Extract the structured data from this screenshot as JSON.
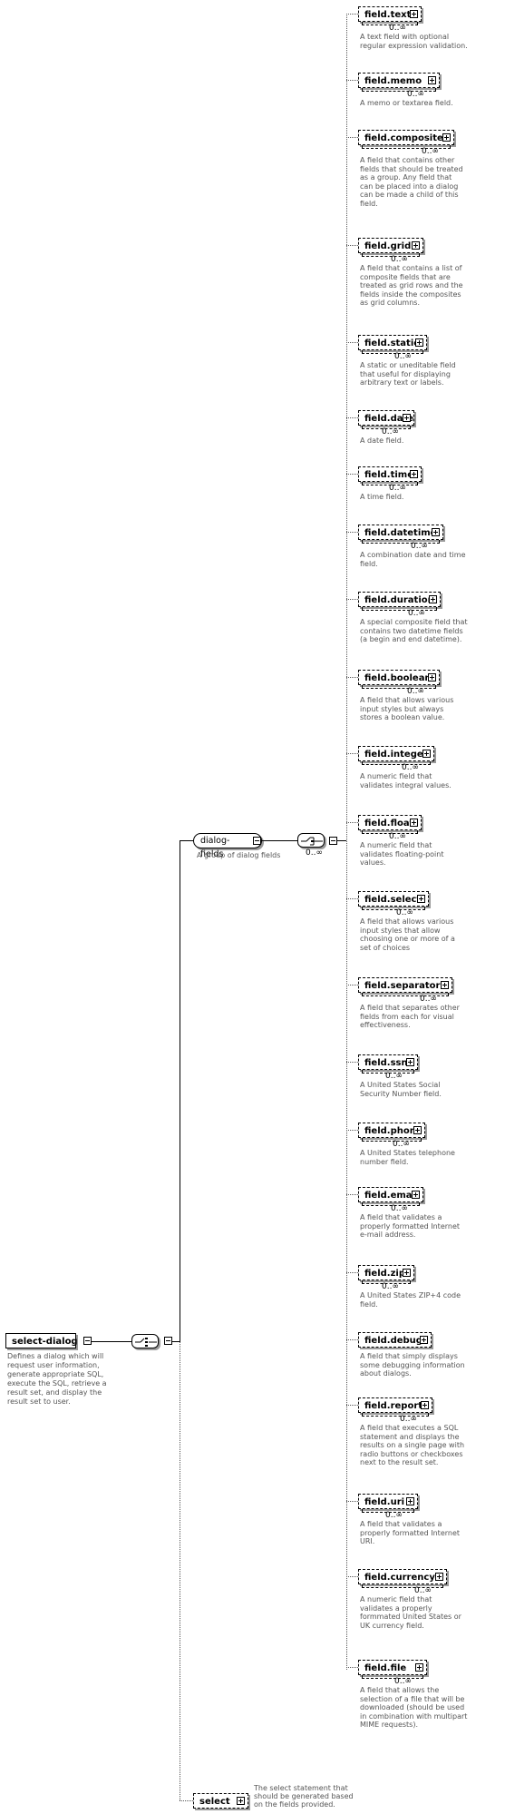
{
  "root": {
    "name": "select-dialog",
    "doc": [
      "Defines a dialog which will",
      "request user information,",
      "generate appropriate SQL,",
      "execute the SQL, retrieve a",
      "result set, and display the",
      "result set to user."
    ]
  },
  "group": {
    "name": "dialog-fields",
    "doc": "A group of dialog fields"
  },
  "occurrence": "0..∞",
  "fields": [
    {
      "name": "field.text",
      "occ": "0..∞",
      "doc": [
        "A text field with optional",
        "regular expression validation."
      ]
    },
    {
      "name": "field.memo",
      "occ": "0..∞",
      "doc": [
        "A memo or textarea field."
      ]
    },
    {
      "name": "field.composite",
      "occ": "0..∞",
      "doc": [
        "A field that contains other",
        "fields that should be treated",
        "as a group. Any field that",
        "can be placed into a dialog",
        "can be made a child of this",
        "field."
      ]
    },
    {
      "name": "field.grid",
      "occ": "0..∞",
      "doc": [
        "A field that contains a list of",
        "composite fields that are",
        "treated as grid rows and the",
        "fields inside the composites",
        "as grid columns."
      ]
    },
    {
      "name": "field.static",
      "occ": "0..∞",
      "doc": [
        "A static or uneditable field",
        "that useful for displaying",
        "arbitrary text or labels."
      ]
    },
    {
      "name": "field.date",
      "occ": "0..∞",
      "doc": [
        "A date field."
      ]
    },
    {
      "name": "field.time",
      "occ": "0..∞",
      "doc": [
        "A time field."
      ]
    },
    {
      "name": "field.datetime",
      "occ": "0..∞",
      "doc": [
        "A combination date and time",
        "field."
      ]
    },
    {
      "name": "field.duration",
      "occ": "0..∞",
      "doc": [
        "A special composite field that",
        "contains two datetime fields",
        "(a begin and end datetime)."
      ]
    },
    {
      "name": "field.boolean",
      "occ": "0..∞",
      "doc": [
        "A field that allows various",
        "input styles but always",
        "stores a boolean value."
      ]
    },
    {
      "name": "field.integer",
      "occ": "0..∞",
      "doc": [
        "A numeric field that",
        "validates integral values."
      ]
    },
    {
      "name": "field.float",
      "occ": "0..∞",
      "doc": [
        "A numeric field that",
        "validates floating-point",
        "values."
      ]
    },
    {
      "name": "field.select",
      "occ": "0..∞",
      "doc": [
        "A field that allows various",
        "input styles that allow",
        "choosing one or more of a",
        "set of choices"
      ]
    },
    {
      "name": "field.separator",
      "occ": "0..∞",
      "doc": [
        "A field that separates other",
        "fields from each for visual",
        "effectiveness."
      ]
    },
    {
      "name": "field.ssn",
      "occ": "0..∞",
      "doc": [
        "A United States Social",
        "Security Number field."
      ]
    },
    {
      "name": "field.phone",
      "occ": "0..∞",
      "doc": [
        "A United States telephone",
        "number field."
      ]
    },
    {
      "name": "field.email",
      "occ": "0..∞",
      "doc": [
        "A field that validates a",
        "properly formatted Internet",
        "e-mail address."
      ]
    },
    {
      "name": "field.zip",
      "occ": "0..∞",
      "doc": [
        "A United States ZIP+4 code",
        "field."
      ]
    },
    {
      "name": "field.debug",
      "occ": "",
      "doc": [
        "A field that simply displays",
        "some debugging information",
        "about dialogs."
      ]
    },
    {
      "name": "field.report",
      "occ": "0..∞",
      "doc": [
        "A field that executes a SQL",
        "statement and displays the",
        "results on a single page with",
        "radio buttons or checkboxes",
        "next to the result set."
      ]
    },
    {
      "name": "field.uri",
      "occ": "0..∞",
      "doc": [
        "A field that validates a",
        "properly formatted Internet",
        "URI."
      ]
    },
    {
      "name": "field.currency",
      "occ": "0..∞",
      "doc": [
        "A numeric field that",
        "validates a properly",
        "formmated United States or",
        "UK currency field."
      ]
    },
    {
      "name": "field.file",
      "occ": "0..∞",
      "doc": [
        "A field that allows the",
        "selection of a file that will be",
        "downloaded (should be used",
        "in combination with multipart",
        "MIME requests)."
      ]
    }
  ],
  "select": {
    "name": "select",
    "doc": [
      "The select statement that",
      "should be generated based",
      "on the fields provided."
    ]
  }
}
